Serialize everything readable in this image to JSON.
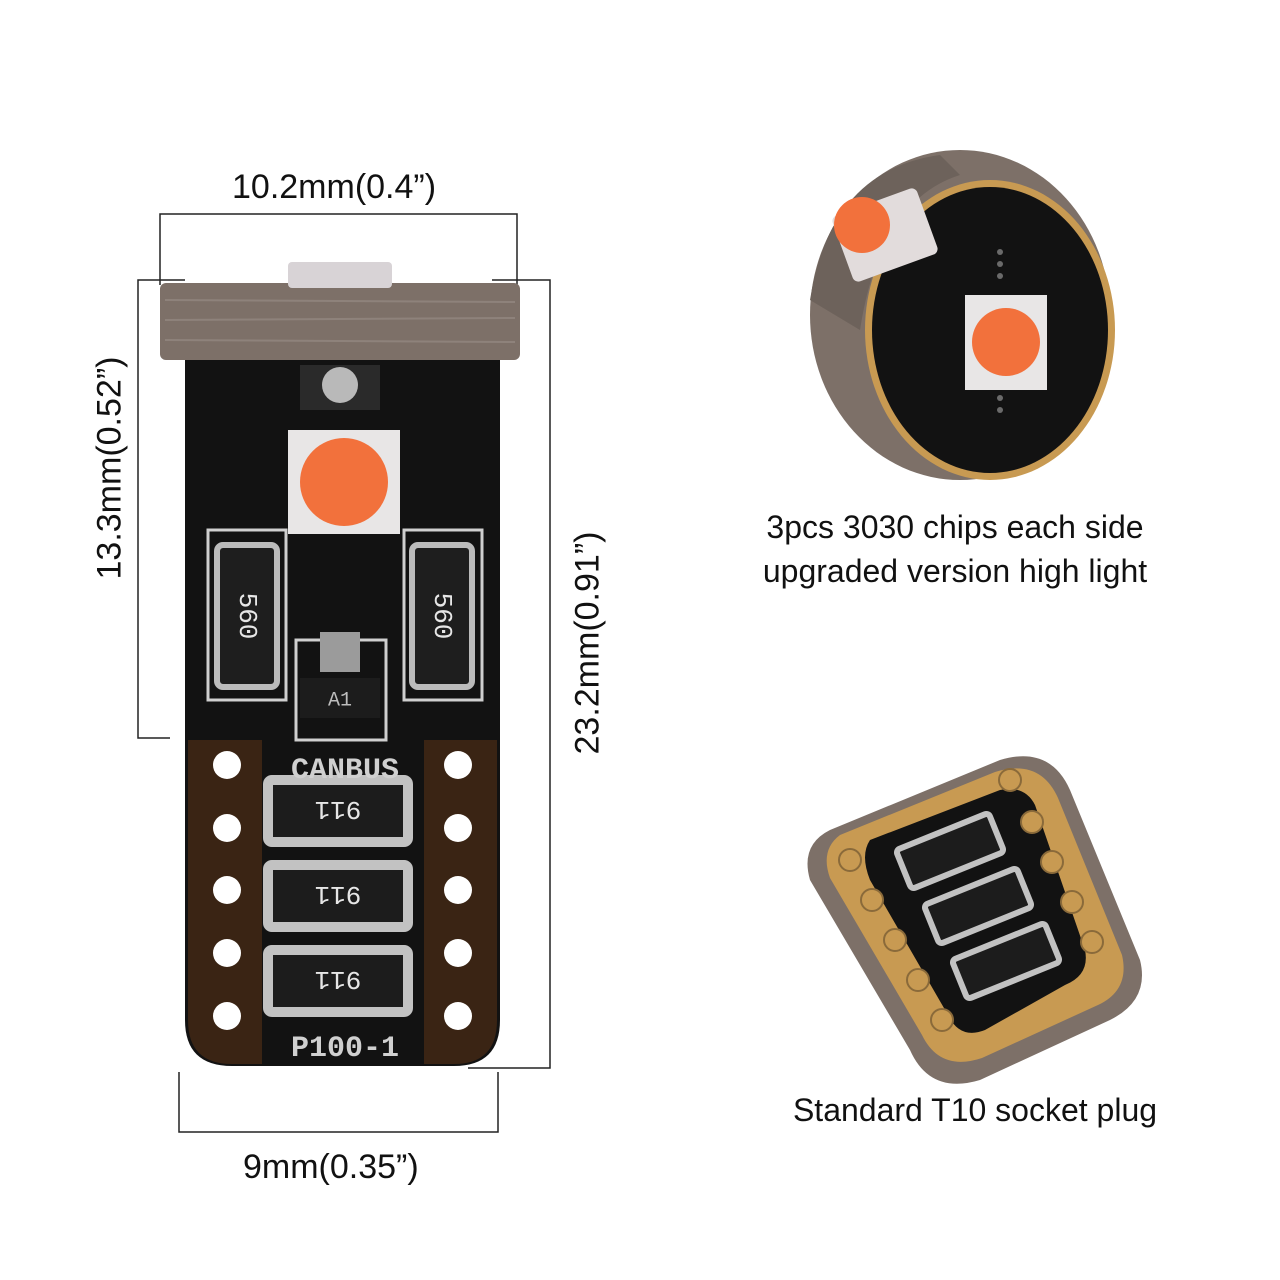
{
  "dimensions": {
    "top_width": "10.2mm(0.4”)",
    "left_height": "13.3mm(0.52”)",
    "right_height": "23.2mm(0.91”)",
    "bottom_width": "9mm(0.35”)"
  },
  "board_marks": {
    "resistor_code": "560",
    "transistor_code": "A1",
    "brand": "CANBUS",
    "smd_code": "911",
    "model": "P100-1"
  },
  "captions": {
    "top_line1": "3pcs 3030 chips each side",
    "top_line2": "upgraded version high light",
    "bottom": "Standard T10 socket plug"
  },
  "colors": {
    "pcb": "#121212",
    "led": "#f2713c",
    "gold": "#c89a52",
    "base_gray": "#7d7068"
  }
}
